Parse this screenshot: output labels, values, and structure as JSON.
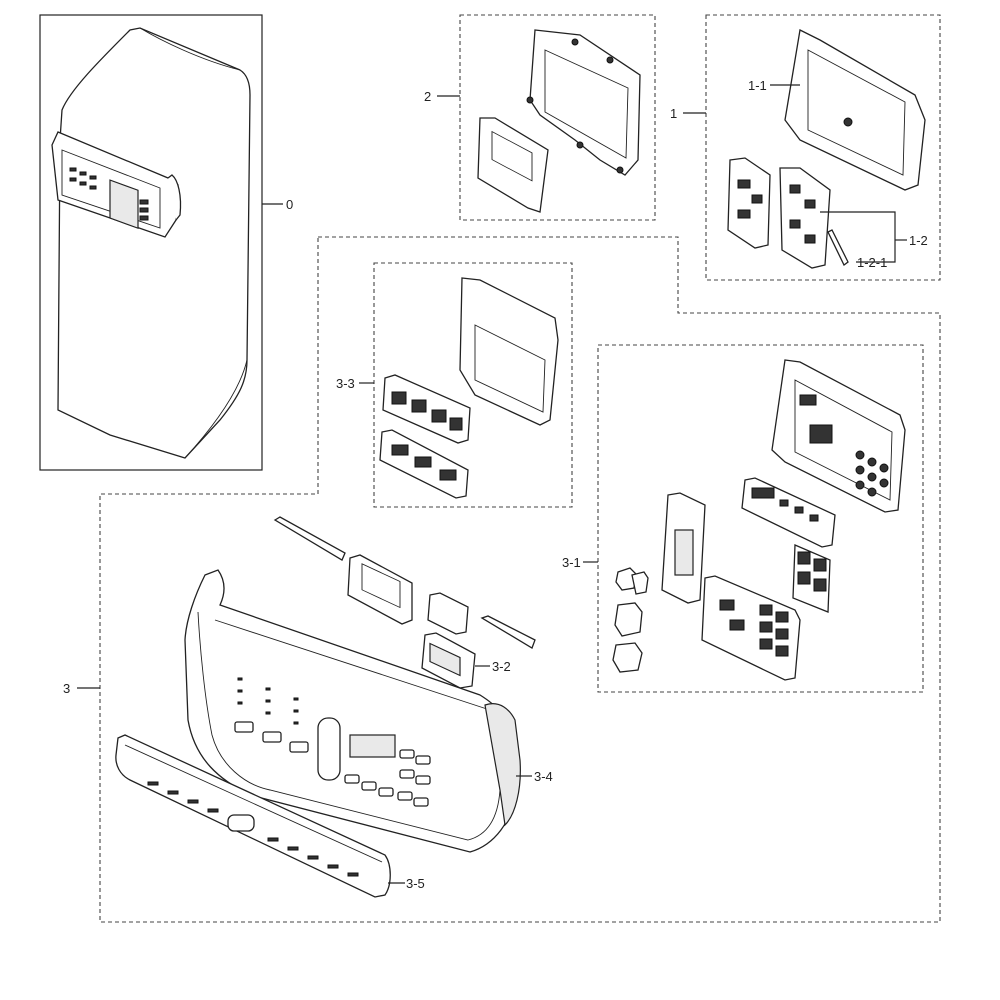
{
  "diagram": {
    "callouts": {
      "c0": "0",
      "c1": "1",
      "c1_1": "1-1",
      "c1_2": "1-2",
      "c1_2_1": "1-2-1",
      "c2": "2",
      "c3": "3",
      "c3_1": "3-1",
      "c3_2": "3-2",
      "c3_3": "3-3",
      "c3_4": "3-4",
      "c3_5": "3-5"
    },
    "colors": {
      "line": "#222222",
      "fill": "#ffffff",
      "shade": "#e9e9e9"
    }
  }
}
